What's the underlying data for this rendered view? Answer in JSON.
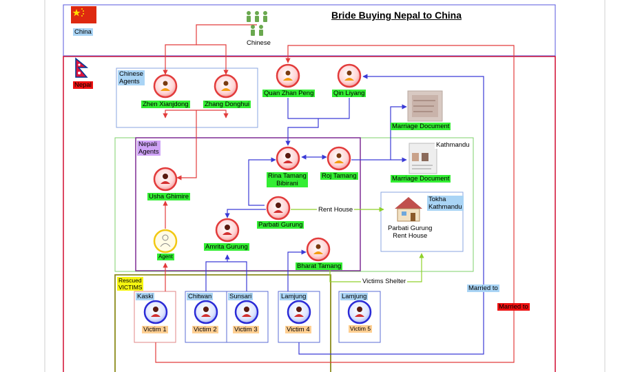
{
  "title": "Bride Buying Nepal to China",
  "regions": {
    "china": "China",
    "nepal": "Nepal",
    "chinese_agents": "Chinese\nAgents",
    "nepali_agents": "Nepali\nAgents",
    "kathmandu": "Kathmandu",
    "tokha": "Tokha\nKathmandu",
    "rescued": "Rescued\nVICTIMS"
  },
  "colors": {
    "china_border": "#5555dd",
    "nepal_border": "#d4193c",
    "green_label": "#33ee33",
    "blue_label": "#a9d4f5",
    "red_link": "#e23b3b",
    "blue_link": "#3a3ad6",
    "green_link": "#8fd12a"
  },
  "people": {
    "chinese_group": "Chinese",
    "zhen": "Zhen Xianjdong",
    "zhang": "Zhang Donghui",
    "quan": "Quan Zhan Peng",
    "qin": "Qin Liyang",
    "rina": "Rina Tamang\nBibirani",
    "roj": "Roj Tamang",
    "usha": "Usha Ghimire",
    "parbati": "Parbati Gurung",
    "amrita": "Amrita Gurung",
    "bharat": "Bharat Tamang",
    "agent": "Agent"
  },
  "documents": {
    "doc1": "Marriage Document",
    "doc2": "Marriage Document"
  },
  "house": "Parbati Gurung\nRent House",
  "link_labels": {
    "rent_house": "Rent House",
    "victims_shelter": "Victims Shelter",
    "married_to_1": "Married to",
    "married_to_2": "Married to"
  },
  "victims": [
    {
      "district": "Kaski",
      "name": "Victim 1"
    },
    {
      "district": "Chitwan",
      "name": "Victim 2"
    },
    {
      "district": "Sunsari",
      "name": "Victim 3"
    },
    {
      "district": "Lamjung",
      "name": "Victim 4"
    },
    {
      "district": "Lamjung",
      "name": "Victim 5"
    }
  ]
}
